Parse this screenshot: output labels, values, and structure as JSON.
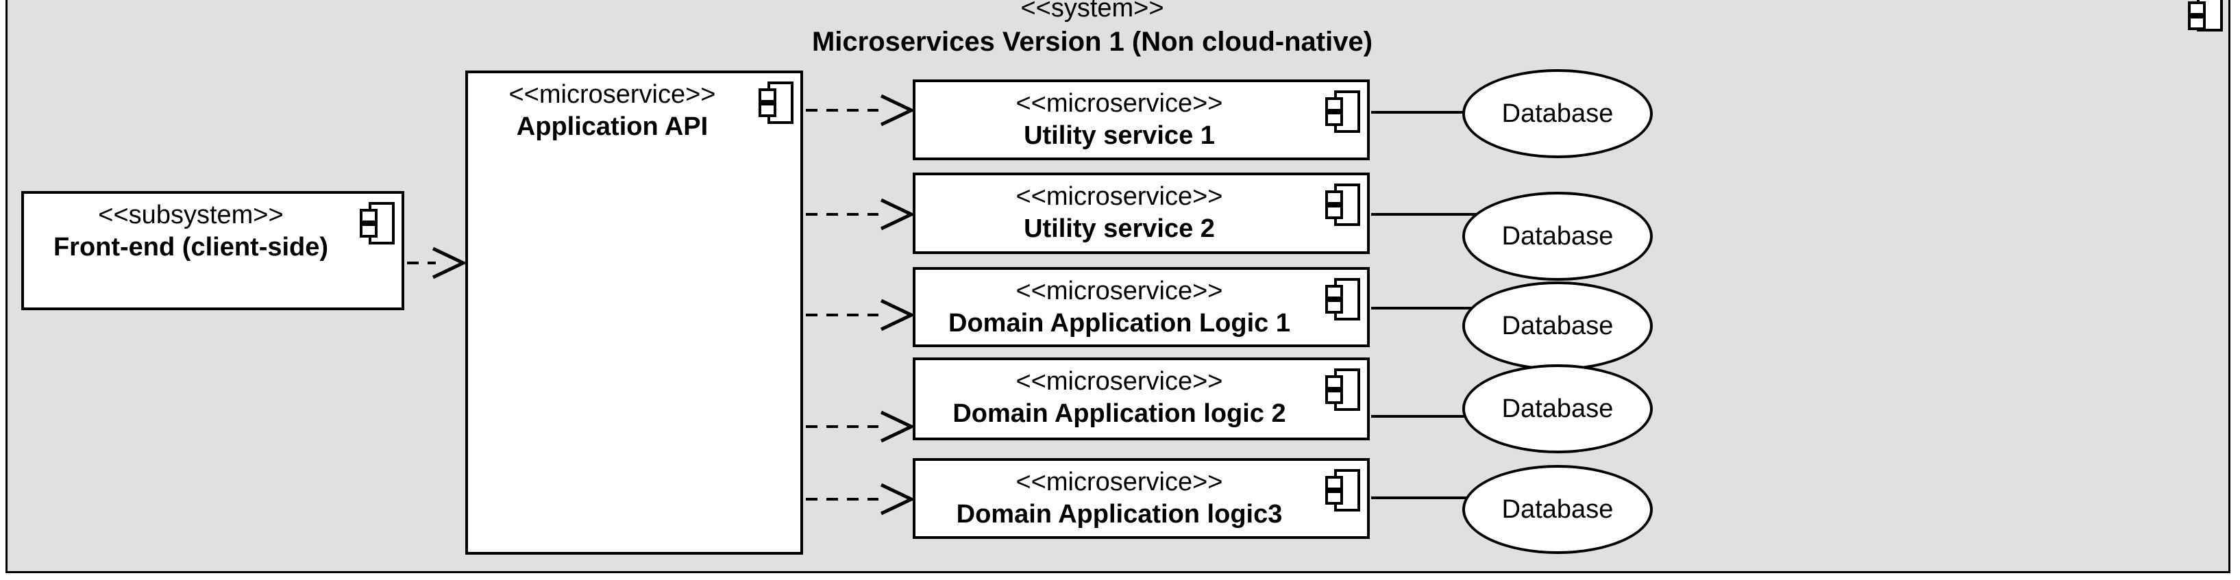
{
  "system": {
    "stereotype": "<<system>>",
    "title": "Microservices Version 1 (Non cloud-native)"
  },
  "frontend": {
    "stereotype": "<<subsystem>>",
    "name": "Front-end (client-side)"
  },
  "api": {
    "stereotype": "<<microservice>>",
    "name": "Application API"
  },
  "services": [
    {
      "stereotype": "<<microservice>>",
      "name": "Utility service 1"
    },
    {
      "stereotype": "<<microservice>>",
      "name": "Utility service 2"
    },
    {
      "stereotype": "<<microservice>>",
      "name": "Domain Application Logic 1"
    },
    {
      "stereotype": "<<microservice>>",
      "name": "Domain Application logic 2"
    },
    {
      "stereotype": "<<microservice>>",
      "name": "Domain Application logic3"
    }
  ],
  "databases": [
    {
      "label": "Database"
    },
    {
      "label": "Database"
    },
    {
      "label": "Database"
    },
    {
      "label": "Database"
    },
    {
      "label": "Database"
    }
  ],
  "colors": {
    "page_bg": "#ffffff",
    "system_fill": "#e0e0e0",
    "node_fill": "#ffffff",
    "stroke": "#000000",
    "text": "#000000"
  }
}
